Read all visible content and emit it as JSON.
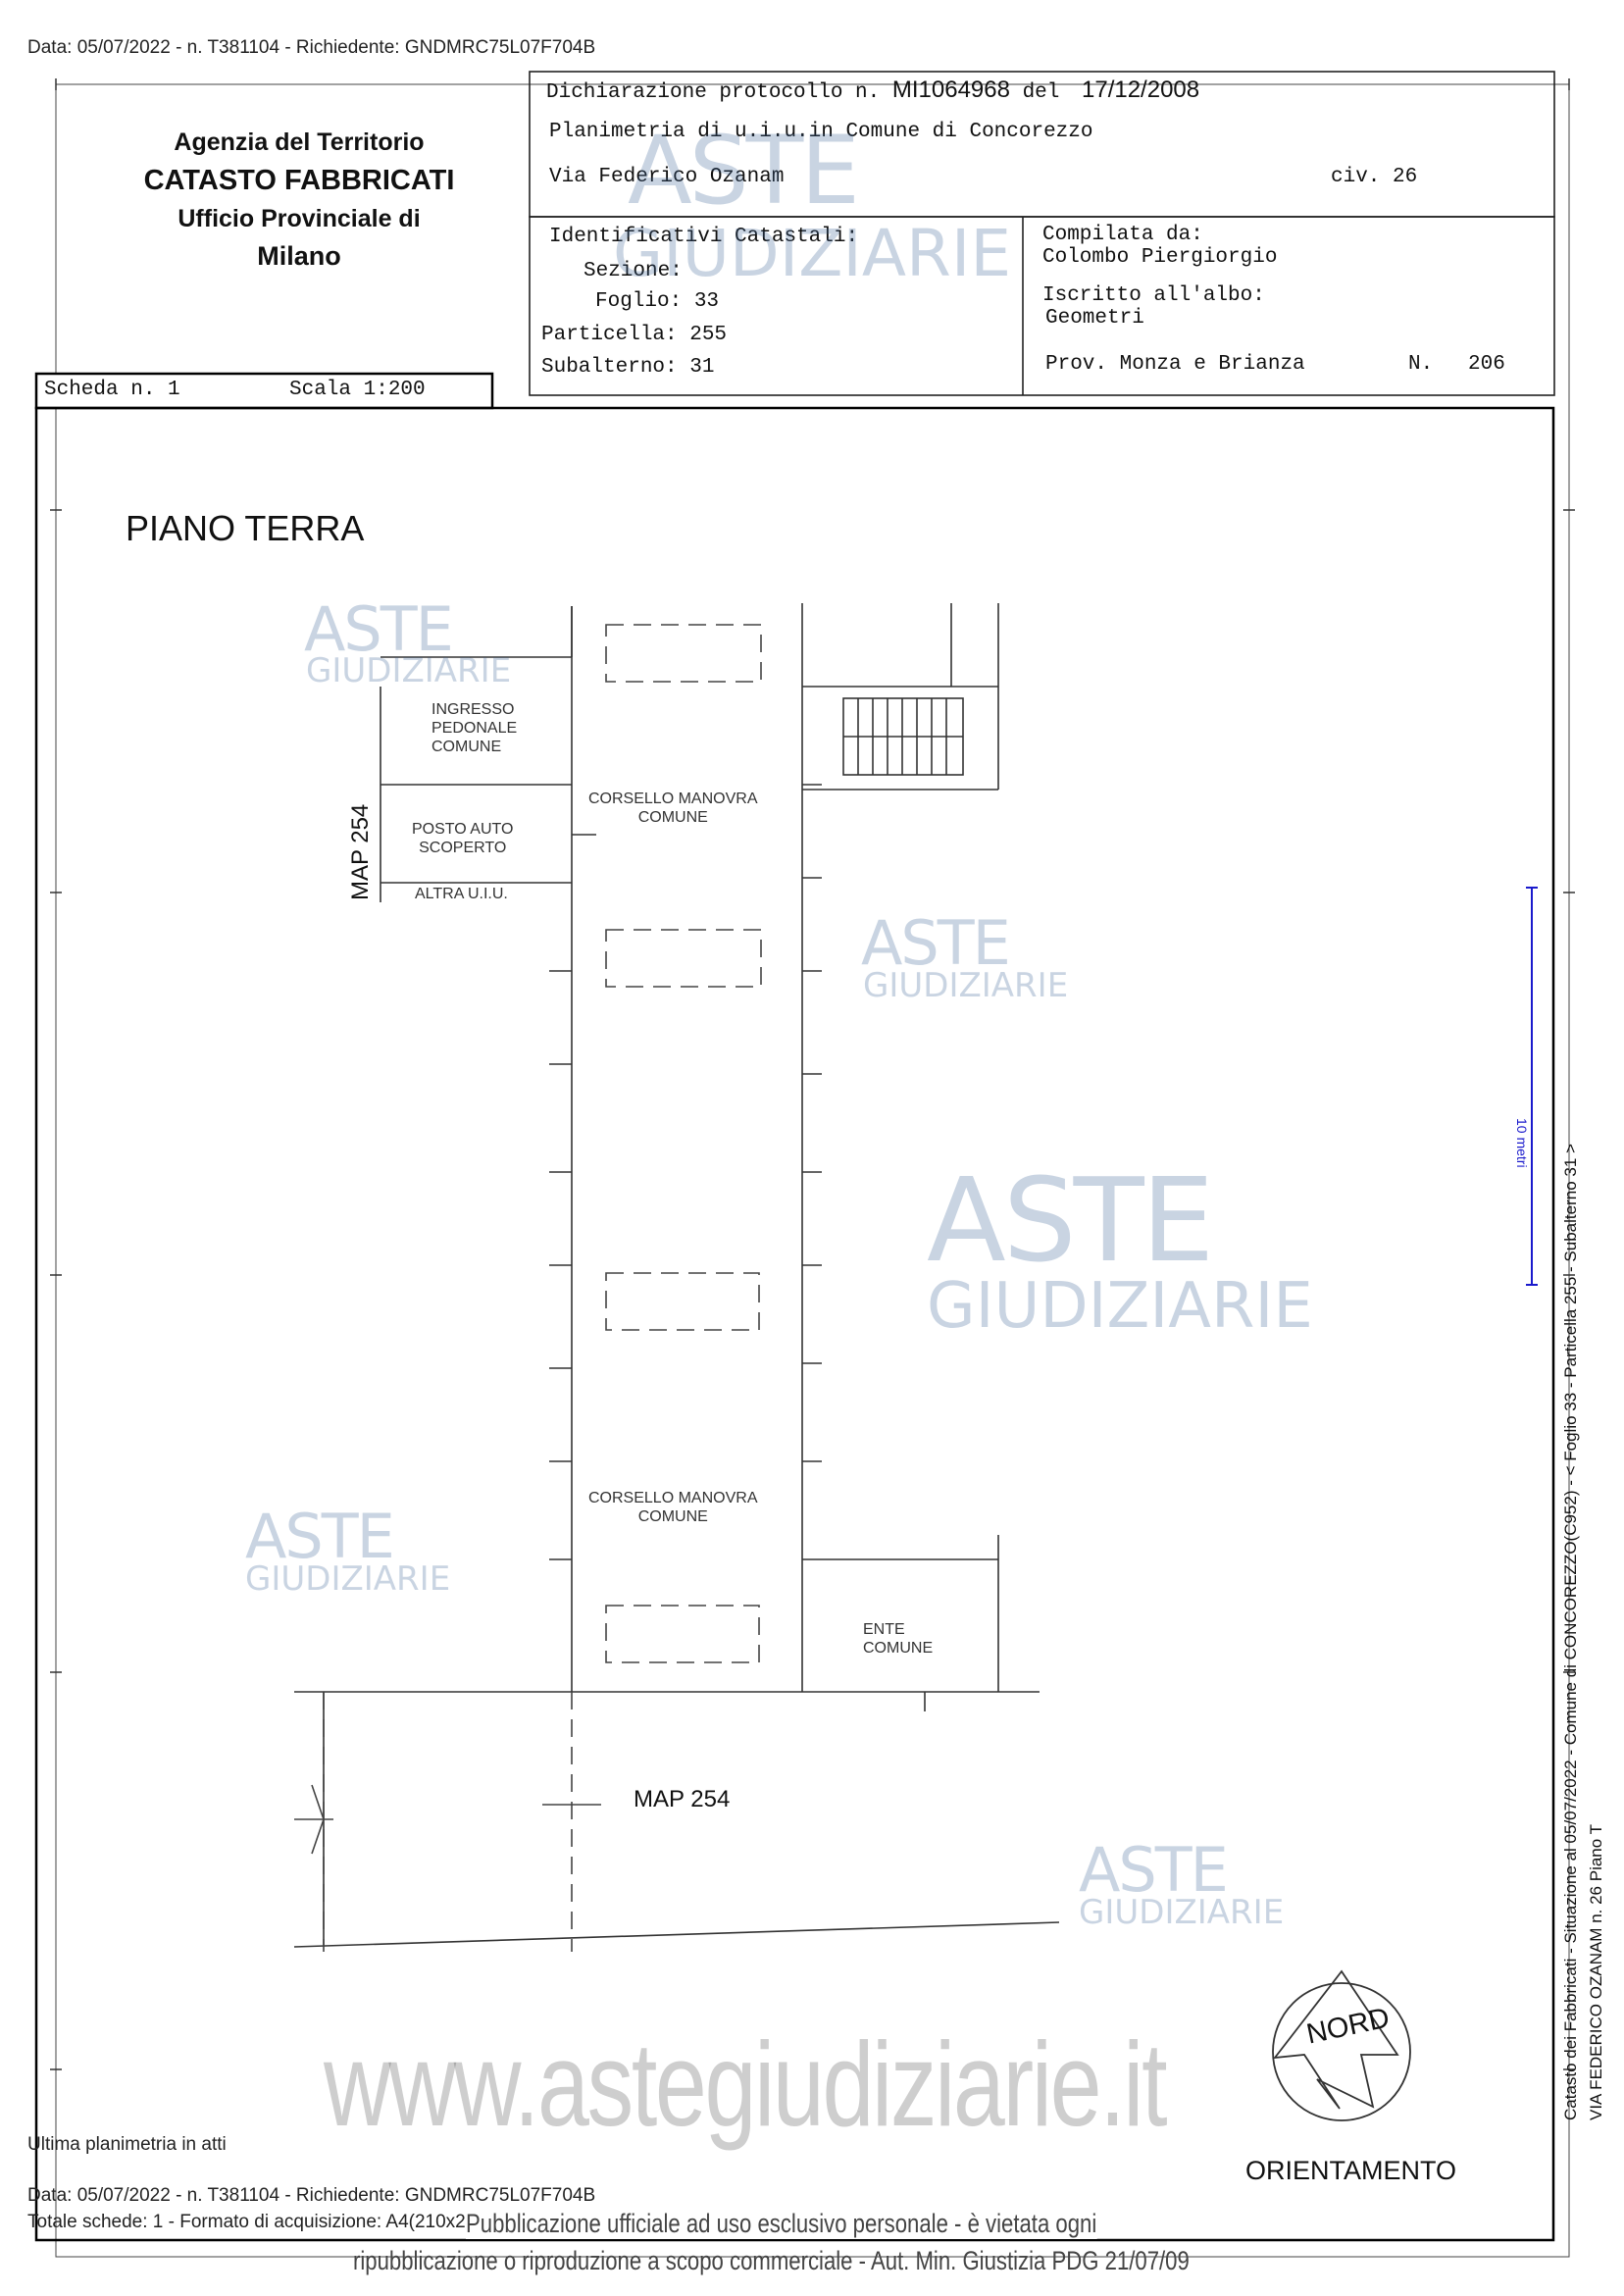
{
  "header": {
    "top_line": "Data: 05/07/2022 - n. T381104 - Richiedente: GNDMRC75L07F704B"
  },
  "office": {
    "line1": "Agenzia del Territorio",
    "line2": "CATASTO FABBRICATI",
    "line3": "Ufficio Provinciale di",
    "line4": "Milano"
  },
  "declaration": {
    "protocol_label": "Dichiarazione protocollo n.",
    "protocol_number": "MI1064968",
    "del_label": "del",
    "date": "17/12/2008",
    "planimetria": "Planimetria di u.i.u.in Comune di Concorezzo",
    "address": "Via Federico Ozanam",
    "civ": "civ. 26"
  },
  "identifiers": {
    "title": "Identificativi Catastali:",
    "sezione": "Sezione:",
    "foglio": "Foglio: 33",
    "particella": "Particella: 255",
    "subalterno": "Subalterno: 31"
  },
  "compiler": {
    "compiled_by": "Compilata da:",
    "name": "Colombo Piergiorgio",
    "albo": "Iscritto all'albo:",
    "profession": "Geometri",
    "prov": "Prov. Monza e Brianza",
    "n_label": "N.",
    "n_value": "206"
  },
  "sheet": {
    "scheda": "Scheda n. 1",
    "scala": "Scala 1:200"
  },
  "plan": {
    "floor_title": "PIANO TERRA",
    "labels": {
      "ingresso": "INGRESSO\nPEDONALE\nCOMUNE",
      "corsello_top": "CORSELLO MANOVRA\nCOMUNE",
      "posto_auto": "POSTO AUTO\nSCOPERTO",
      "altra_uiu": "ALTRA U.I.U.",
      "map254_vertical": "MAP 254",
      "corsello_bottom": "CORSELLO MANOVRA\nCOMUNE",
      "ente_comune": "ENTE\nCOMUNE",
      "map254_bottom": "MAP 254"
    },
    "scale_bar_label": "10 metri",
    "north_label": "NORD",
    "orientation_label": "ORIENTAMENTO"
  },
  "side_text": {
    "line1": "Catasto dei Fabbricati - Situazione al 05/07/2022 - Comune di CONCOREZZO(C952) - < Foglio 33 - Particella 255 - Subalterno 31 >",
    "line2": "VIA FEDERICO OZANAM n. 26 Piano T"
  },
  "watermark": {
    "aste": "ASTE",
    "giudiziarie": "GIUDIZIARIE",
    "site": "www.astegiudiziarie.it"
  },
  "footer": {
    "last_plan": "Ultima planimetria in atti",
    "data_line": "Data: 05/07/2022 - n. T381104 - Richiedente: GNDMRC75L07F704B",
    "totale_line": "Totale schede: 1 - Formato di acquisizione: A4(210x297) - Formato stampa richiesto: A4(210x297)",
    "pub_line1": "Pubblicazione ufficiale ad uso esclusivo personale - è vietata ogni",
    "pub_line2": "ripubblicazione o riproduzione a scopo commerciale - Aut. Min. Giustizia PDG 21/07/09"
  }
}
